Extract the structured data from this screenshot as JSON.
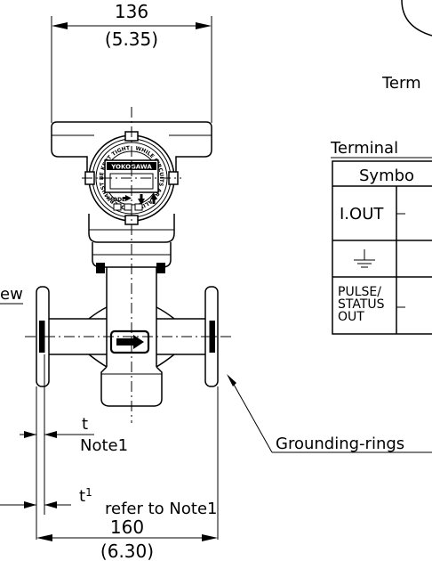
{
  "dimensions": {
    "top_mm": "136",
    "top_in": "(5.35)",
    "bottom_mm": "160",
    "bottom_in": "(6.30)"
  },
  "notes": {
    "t_label": "t",
    "note1": "Note1",
    "t1_label": "t",
    "t1_sup": "1",
    "refer": "refer to Note1",
    "grounding": "Grounding-rings"
  },
  "cut_off": {
    "term_title": "Term",
    "terminal_title": "Terminal",
    "view_fragment": "ew"
  },
  "terminal_table": {
    "header": "Symbo",
    "rows": [
      "I.OUT",
      "",
      "PULSE/\nSTATUS\nOUT"
    ]
  },
  "display": {
    "brand": "YOKOGAWA",
    "mode_label": "MODE",
    "ring_text_left": "COVER MUST BE KEPT TIGHT",
    "ring_text_right": "WHILE CIRCUITS ARE ALIVE"
  }
}
